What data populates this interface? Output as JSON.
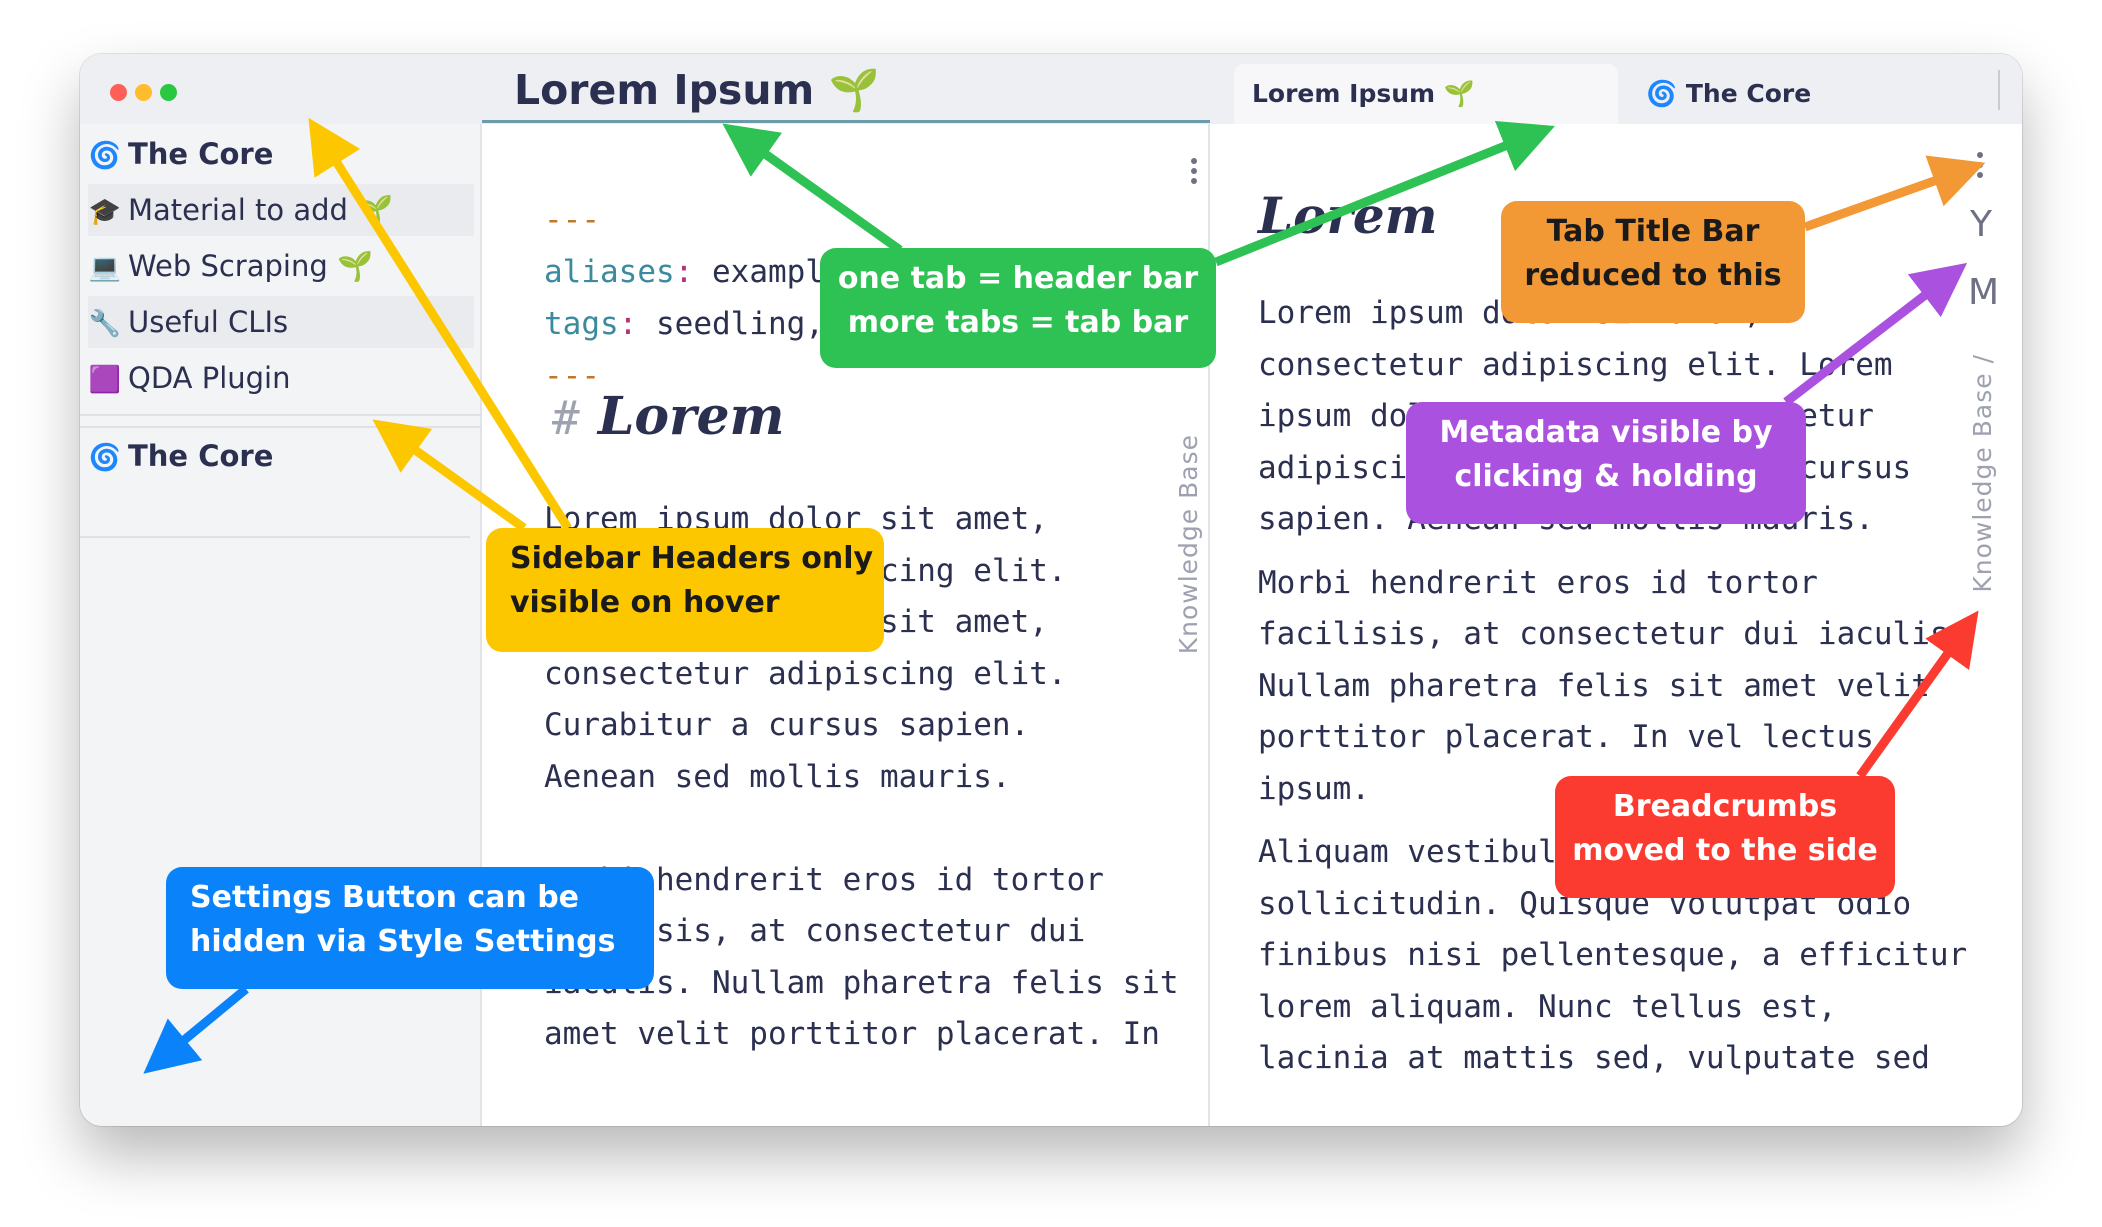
{
  "window": {
    "header_title": "Lorem Ipsum 🌱",
    "tabs": [
      {
        "label": "Lorem Ipsum 🌱",
        "icon": "seedling-icon",
        "active": true
      },
      {
        "label": "The Core",
        "icon": "spiral-icon",
        "active": false
      }
    ]
  },
  "sidebar": {
    "items": [
      {
        "emoji": "🌀",
        "label": "The Core",
        "icon": "spiral-icon"
      },
      {
        "emoji": "🎓",
        "label": "Material to add 🌱",
        "icon": "graduation-cap-icon"
      },
      {
        "emoji": "💻",
        "label": "Web Scraping 🌱",
        "icon": "laptop-icon"
      },
      {
        "emoji": "🔧",
        "label": "Useful CLIs",
        "icon": "wrench-icon"
      },
      {
        "emoji": "🟪",
        "label": "QDA Plugin",
        "icon": "purple-square-icon"
      }
    ],
    "second_section": {
      "emoji": "🌀",
      "label": "The Core",
      "icon": "spiral-icon"
    }
  },
  "left_pane": {
    "frontmatter": {
      "dashes": "---",
      "aliases_key": "aliases",
      "aliases_value": " exampl",
      "tags_key": "tags",
      "tags_value": " seedling,"
    },
    "heading_hash": "#",
    "heading": "Lorem",
    "breadcrumb": "Knowledge Base",
    "lines": [
      "Lorem ipsum dolor sit amet,",
      "consectetur adipiscing elit.",
      "Lorem ipsum dolor sit amet,",
      "consectetur adipiscing elit.",
      "Curabitur a cursus sapien.",
      "Aenean sed mollis mauris.",
      "",
      "Morbi hendrerit eros id tortor",
      "facilisis, at consectetur dui",
      "iaculis. Nullam pharetra felis sit",
      "amet velit porttitor placerat. In"
    ]
  },
  "right_pane": {
    "heading": "Lorem",
    "breadcrumb": "Knowledge Base /",
    "side_letters": [
      "Y",
      "M"
    ],
    "paragraphs": [
      [
        "Lorem ipsum dolor sit amet,",
        "consectetur adipiscing elit. Lorem",
        "ipsum dolor sit amet, consectetur",
        "adipiscing elit. Curabitur a cursus",
        "sapien. Aenean sed mollis mauris."
      ],
      [
        "Morbi hendrerit eros id tortor",
        "facilisis, at consectetur dui iaculis.",
        "Nullam pharetra felis sit amet velit",
        "porttitor placerat. In vel lectus",
        "ipsum."
      ],
      [
        "Aliquam vestibulum a erat et",
        "sollicitudin. Quisque volutpat odio",
        "finibus nisi pellentesque, a efficitur",
        "lorem aliquam. Nunc tellus est,",
        "lacinia at mattis sed, vulputate sed"
      ]
    ]
  },
  "annotations": {
    "green": [
      "one tab = header bar",
      "more tabs = tab bar"
    ],
    "orange": [
      "Tab Title Bar",
      "reduced to this"
    ],
    "purple": [
      "Metadata visible by",
      "clicking & holding"
    ],
    "yellow": [
      "Sidebar Headers only",
      "visible on hover"
    ],
    "blue": [
      "Settings Button can be",
      "hidden via Style Settings"
    ],
    "red": [
      "Breadcrumbs",
      "moved to the side"
    ]
  },
  "colors": {
    "green": "#2ec154",
    "orange": "#f29834",
    "purple": "#aa51e0",
    "yellow": "#fdc700",
    "blue": "#0a82fa",
    "red": "#fb3a30"
  }
}
